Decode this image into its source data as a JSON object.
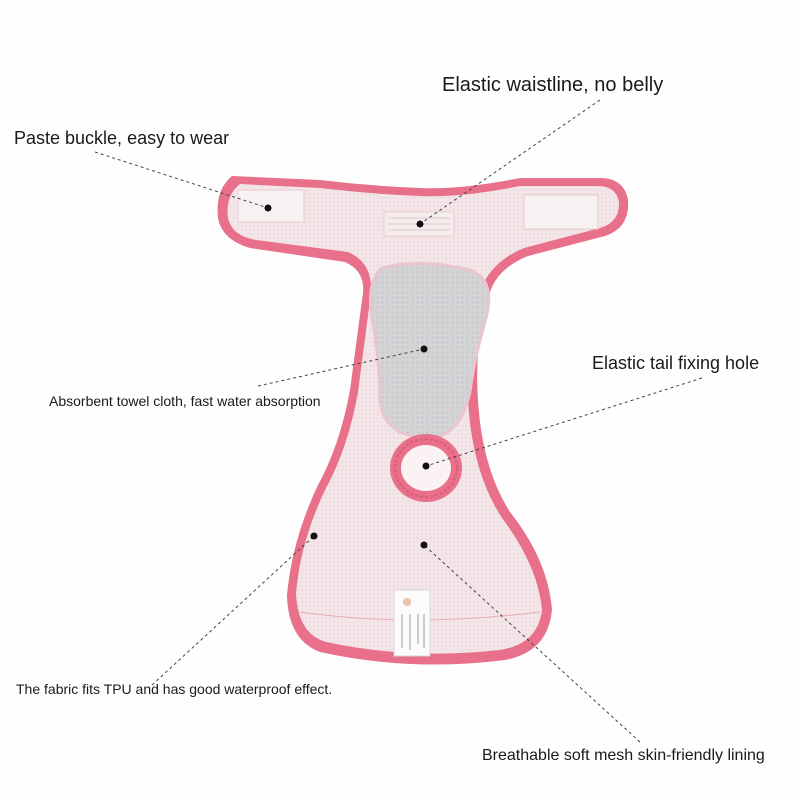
{
  "labels": {
    "waistline": "Elastic waistline, no belly",
    "buckle": "Paste buckle, easy to wear",
    "tail_hole": "Elastic tail fixing hole",
    "towel": "Absorbent towel cloth, fast water absorption",
    "tpu": "The fabric fits TPU and has good waterproof effect.",
    "mesh": "Breathable soft mesh skin-friendly lining"
  },
  "colors": {
    "background": "#fefefe",
    "trim": "#e8708a",
    "mesh_body": "#f3e4e6",
    "towel_pad": "#d3d3d6",
    "tab": "#f7efef",
    "text": "#1a1a1a",
    "leader_line": "#444444"
  }
}
